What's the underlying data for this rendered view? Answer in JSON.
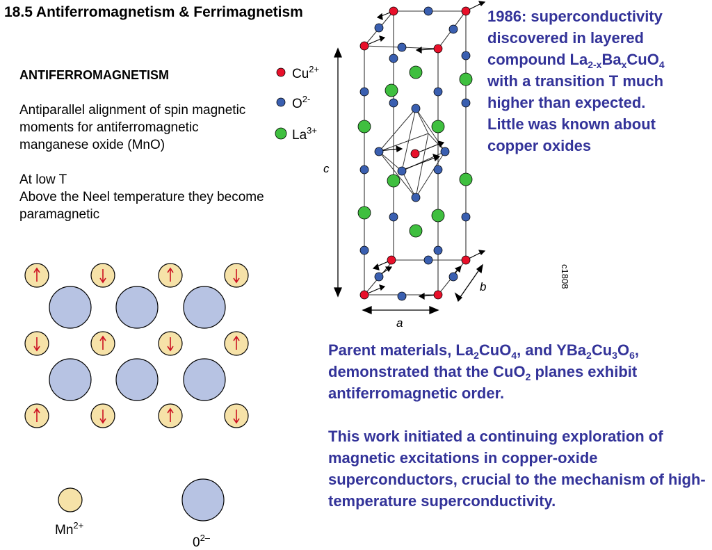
{
  "title": "18.5 Antiferromagnetism & Ferrimagnetism",
  "left": {
    "heading": "ANTIFERROMAGNETISM",
    "para1": "Antiparallel alignment of spin magnetic moments for antiferromagnetic manganese oxide (MnO)",
    "line1": "At low T",
    "line2": "Above the Neel temperature they become paramagnetic"
  },
  "mno_legend": {
    "mn_label": "Mn",
    "mn_charge": "2+",
    "o_label": "0",
    "o_charge": "2–"
  },
  "crystal": {
    "legend": [
      {
        "ion": "Cu",
        "charge": "2+",
        "color": "#e8102a"
      },
      {
        "ion": "O",
        "charge": "2-",
        "color": "#3a5fb0"
      },
      {
        "ion": "La",
        "charge": "3+",
        "color": "#3fbf3f"
      }
    ],
    "axis_c": "c",
    "axis_a": "a",
    "axis_b": "b",
    "figure_code": "c1808"
  },
  "right_top": {
    "l1": "1986: superconductivity",
    "l2": "discovered in layered",
    "l3_pre": "compound  La",
    "l3_sub1": "2-x",
    "l3_mid": "Ba",
    "l3_sub2": "x",
    "l3_post": "CuO",
    "l3_sub3": "4",
    "l4": "with a transition T much",
    "l5": "higher than expected.",
    "l6": "Little was known about",
    "l7": "copper oxides"
  },
  "right_bottom": {
    "p1_a": "Parent materials, La",
    "p1_s1": "2",
    "p1_b": "CuO",
    "p1_s2": "4",
    "p1_c": ", and YBa",
    "p1_s3": "2",
    "p1_d": "Cu",
    "p1_s4": "3",
    "p1_e": "O",
    "p1_s5": "6",
    "p1_f": ",",
    "p1_g": "demonstrated that the CuO",
    "p1_s6": "2",
    "p1_h": " planes exhibit antiferromagnetic order.",
    "p2": "This work initiated a continuing exploration of magnetic excitations in copper-oxide superconductors, crucial to the mechanism of high-temperature superconductivity."
  }
}
